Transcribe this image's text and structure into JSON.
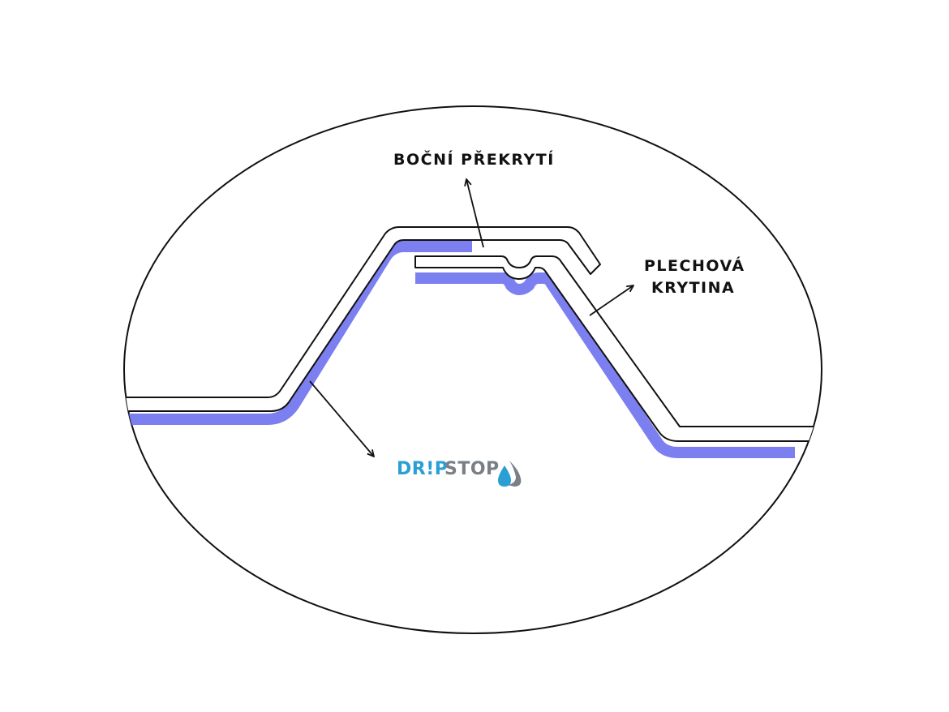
{
  "labels": {
    "side_overlap": "BOČNÍ PŘEKRYTÍ",
    "sheet_roofing_line1": "PLECHOVÁ",
    "sheet_roofing_line2": "KRYTINA"
  },
  "logo": {
    "part1": "DR!P",
    "part2": "STOP"
  },
  "colors": {
    "coating": "#7b7ff0",
    "logo_blue": "#2b9fd4",
    "logo_gray": "#7a7f86",
    "outline": "#111111"
  }
}
